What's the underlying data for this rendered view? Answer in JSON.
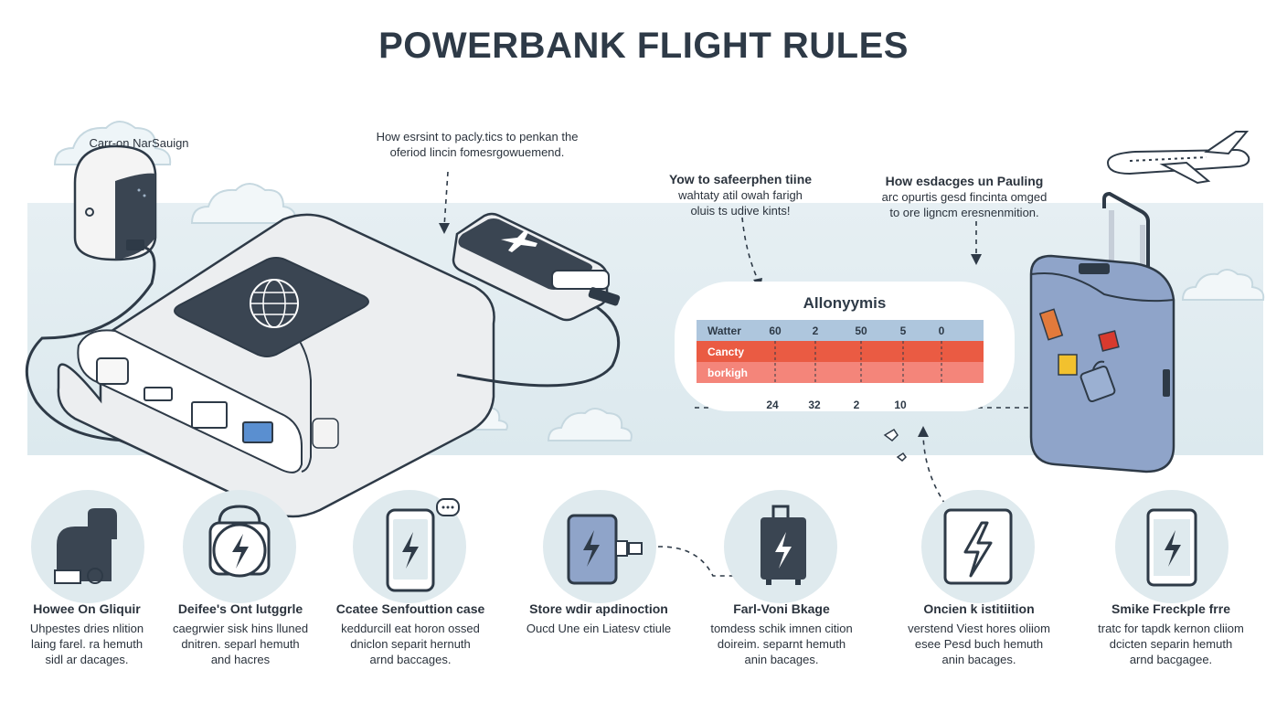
{
  "title": "POWERBANK FLIGHT RULES",
  "labels": {
    "carry_on": "Carr-on NarSauign",
    "top_note": [
      "How esrsint to pacly.tics to penkan the",
      "oferiod lincin fomesrgowuemend."
    ],
    "mid_note": {
      "head": "Yow to safeerphen tiine",
      "lines": [
        "wahtaty atil owah farigh",
        "oluis ts udive kints!"
      ]
    },
    "right_note": {
      "head": "How esdacges un Pauling",
      "lines": [
        "arc opurtis gesd fincinta omged",
        "to ore ligncm eresnenmition."
      ]
    }
  },
  "popup": {
    "title": "Allonyymis",
    "rows": [
      {
        "label": "Watter",
        "values": [
          "60",
          "2",
          "50",
          "5",
          "0"
        ]
      },
      {
        "label": "Cancty",
        "values": []
      },
      {
        "label": "borkigh",
        "values": []
      }
    ],
    "axis": [
      "24",
      "32",
      "2",
      "10"
    ]
  },
  "items": [
    {
      "label": "Howee On Gliquir",
      "desc": [
        "Uhpestes dries nlition",
        "laing farel. ra hemuth",
        "sidl ar dacages."
      ],
      "icon": "carry-on-bag-icon"
    },
    {
      "label": "Deifeе's Ont lutggrle",
      "desc": [
        "caegrwier sisk hins lluned",
        "dnitren. separl hemuth",
        "and hacres"
      ],
      "icon": "battery-bag-icon"
    },
    {
      "label": "Ccatee Senfouttion case",
      "desc": [
        "keddurcill eat horon ossed",
        "dniclon separit hernuth",
        "arnd baccages."
      ],
      "icon": "phone-charging-icon"
    },
    {
      "label": "Store wdir apdinoction",
      "desc": [
        "Oucd Une ein Liatesv ctiule"
      ],
      "icon": "powerbank-cable-icon"
    },
    {
      "label": "Farl-Voni Bkage",
      "desc": [
        "tomdess schik imnen cition",
        "doireim. separnt hemuth",
        "anin bacages."
      ],
      "icon": "checked-luggage-icon"
    },
    {
      "label": "Oncien k istitiition",
      "desc": [
        "verstend Viest hores oliiom",
        "esee Pesd buch hemuth",
        "anin bacages."
      ],
      "icon": "lightning-warning-icon"
    },
    {
      "label": "Smike Freckple frre",
      "desc": [
        "tratc for tapdk kernon cliiom",
        "dcicten separin hemuth",
        "arnd bacgagee."
      ],
      "icon": "tablet-charging-icon"
    }
  ],
  "colors": {
    "accent_red": "#ea5b43",
    "accent_salmon": "#f4857a",
    "accent_blue": "#aec6dd",
    "dark": "#2e3a47",
    "band": "#dce9ee",
    "suitcase": "#8fa4c9"
  }
}
